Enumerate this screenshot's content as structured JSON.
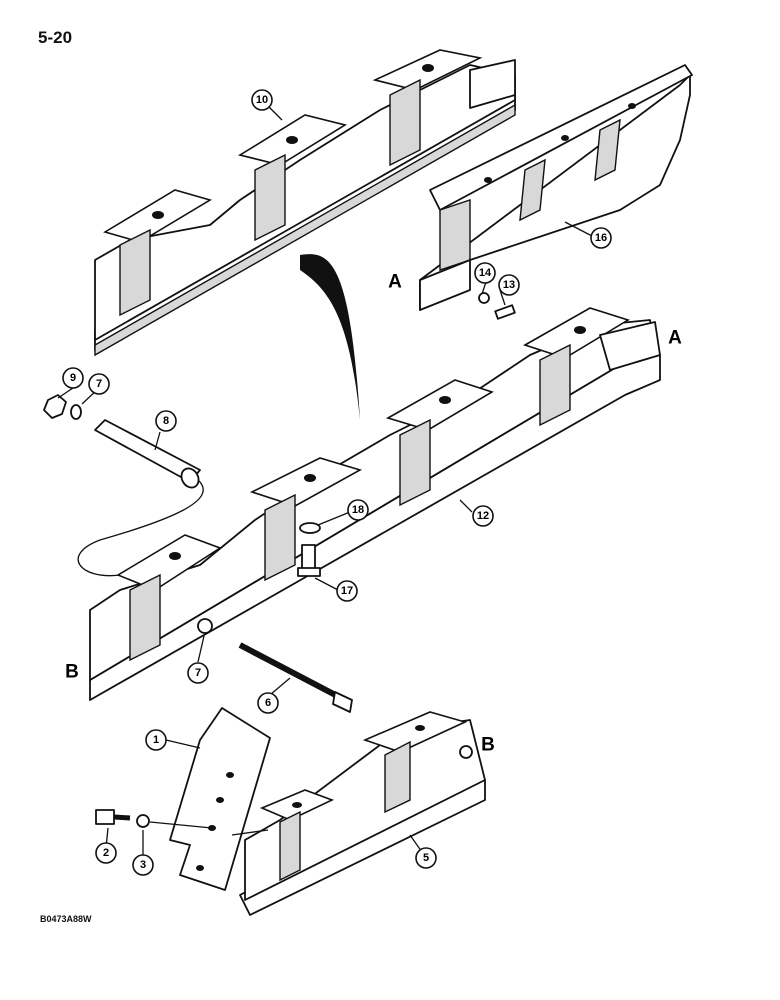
{
  "page": {
    "number": "5-20",
    "drawing_code": "B0473A88W"
  },
  "reference_letters": {
    "a_upper": "A",
    "a_right": "A",
    "b_left": "B",
    "b_right": "B"
  },
  "callouts": {
    "c1": "1",
    "c2": "2",
    "c3": "3",
    "c5": "5",
    "c6": "6",
    "c7a": "7",
    "c7b": "7",
    "c8": "8",
    "c9": "9",
    "c10": "10",
    "c12": "12",
    "c13": "13",
    "c14": "14",
    "c16": "16",
    "c17": "17",
    "c18": "18"
  },
  "colors": {
    "ink": "#111111",
    "shade": "#d8d8d8",
    "paper": "#ffffff"
  }
}
